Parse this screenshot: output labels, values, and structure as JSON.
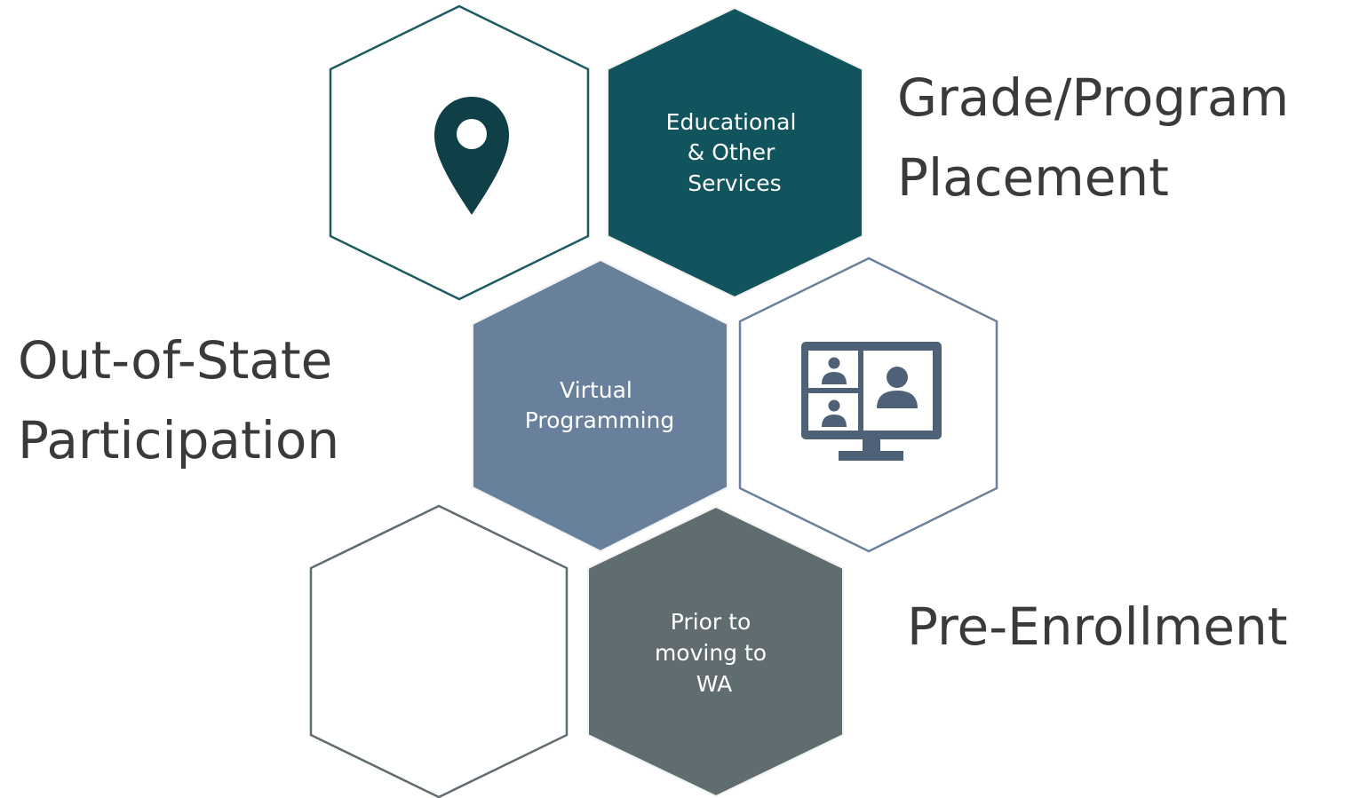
{
  "colors": {
    "teal_dark": "#11545d",
    "slate_blue": "#68809b",
    "slate_gray": "#5f6c70",
    "pin_fill": "#0f4048",
    "monitor_fill": "#4f6176",
    "outline_teal": "#1c5a62",
    "outline_blue": "#6b819a",
    "outline_gray": "#5f6c70",
    "heading_text": "#3a3a3a"
  },
  "hexagons": {
    "educational": {
      "lines": [
        "Educational",
        "& Other",
        "Services"
      ]
    },
    "virtual": {
      "lines": [
        "Virtual",
        "Programming"
      ]
    },
    "prior": {
      "lines": [
        "Prior to",
        "moving to",
        "WA"
      ]
    }
  },
  "icons": {
    "location": "map-pin-icon",
    "virtual_meeting": "video-conference-monitor-icon"
  },
  "headings": {
    "grade_program": [
      "Grade/Program",
      "Placement"
    ],
    "out_of_state": [
      "Out-of-State",
      "Participation"
    ],
    "pre_enrollment": [
      "Pre-Enrollment"
    ]
  }
}
